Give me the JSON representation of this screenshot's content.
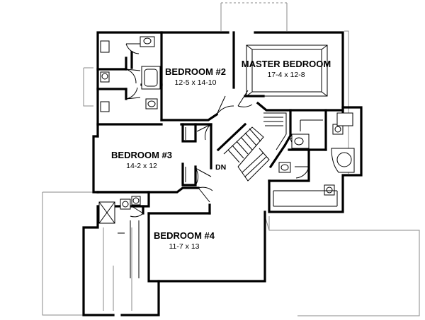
{
  "rooms": {
    "master": {
      "name": "MASTER BEDROOM",
      "dims": "17-4 x 12-8"
    },
    "bedroom2": {
      "name": "BEDROOM #2",
      "dims": "12-5 x 14-10"
    },
    "bedroom3": {
      "name": "BEDROOM #3",
      "dims": "14-2 x 12"
    },
    "bedroom4": {
      "name": "BEDROOM #4",
      "dims": "11-7 x 13"
    }
  },
  "stair": {
    "label": "DN"
  }
}
